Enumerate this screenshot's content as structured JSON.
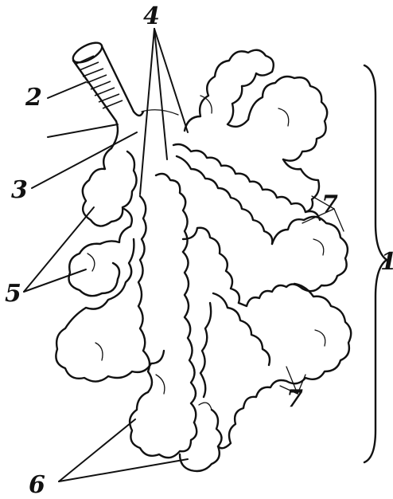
{
  "labels": {
    "l1": "1",
    "l2": "2",
    "l3": "3",
    "l4": "4",
    "l5": "5",
    "l6": "6",
    "l7a": "7",
    "l7b": "7"
  }
}
